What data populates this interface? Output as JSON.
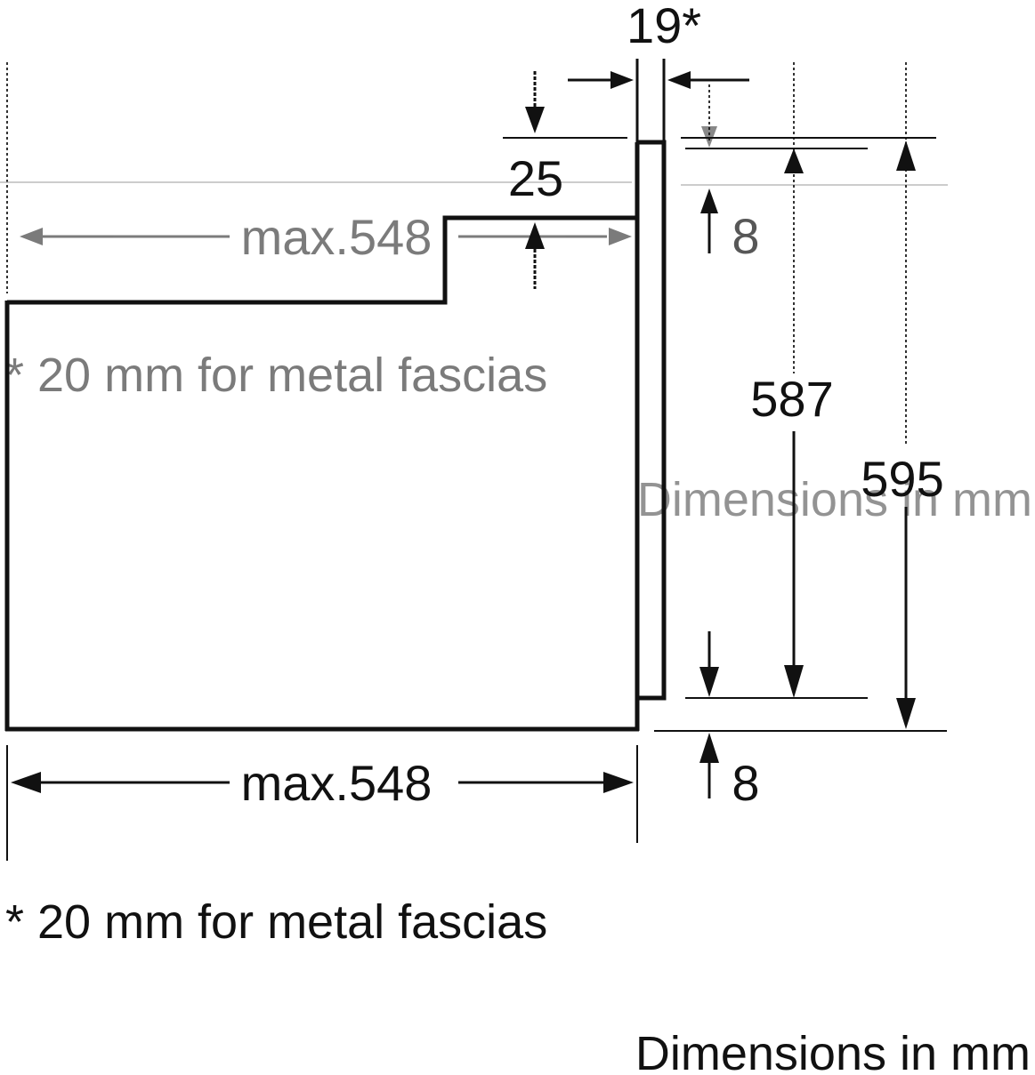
{
  "labels": {
    "gap_top": "19*",
    "top_offset": "25",
    "top_ledge": "8",
    "bottom_ledge": "8",
    "height_inner": "587",
    "height_total": "595",
    "width_upper": "max.548",
    "width_lower": "max.548"
  },
  "notes": {
    "metal_fascia": "* 20 mm for metal fascias",
    "units": "Dimensions in mm"
  },
  "colors": {
    "ink": "#111111",
    "background": "#ffffff"
  }
}
